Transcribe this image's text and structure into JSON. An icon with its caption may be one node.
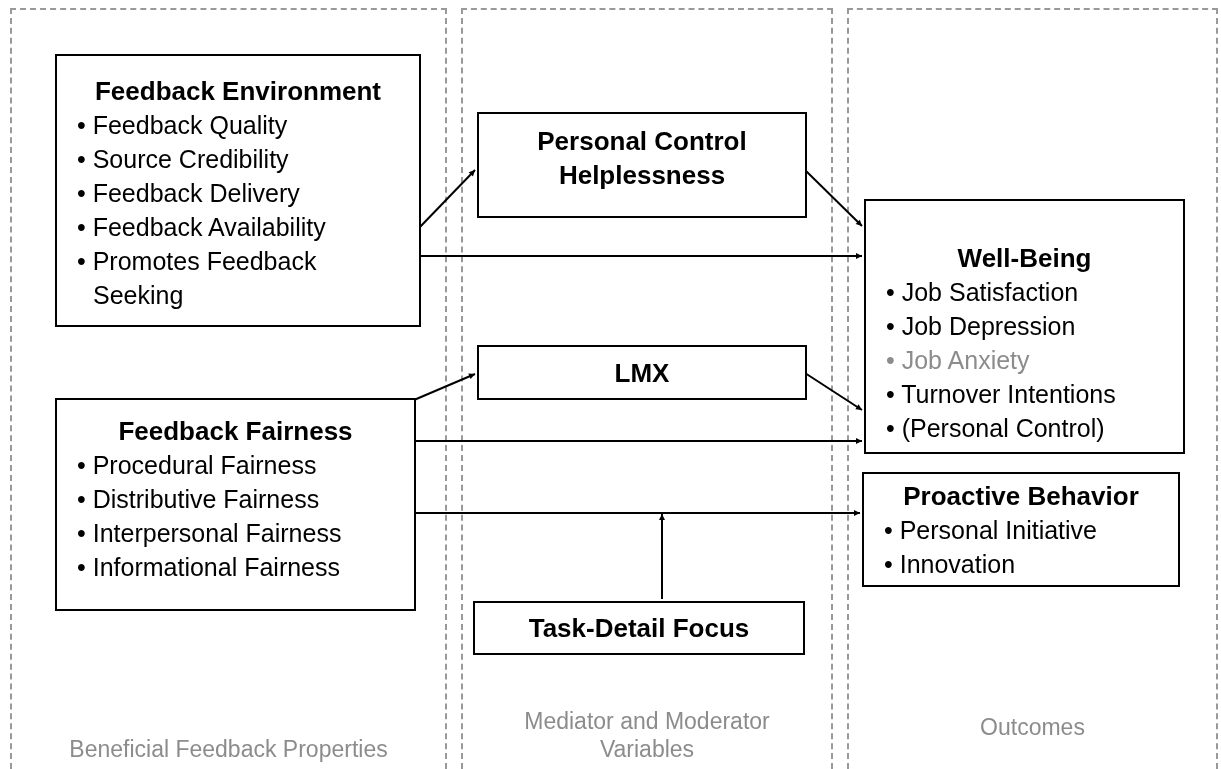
{
  "diagram": {
    "nodes": [
      {
        "text": [
          "Beneficial Feedback Properties"
        ]
      },
      {
        "text": [
          "Feedback Environment",
          "• Feedback Quality",
          "• Source Credibility",
          "• Feedback Delivery",
          "• Feedback Availability",
          "• Promotes Feedback Seeking"
        ],
        "in": 0
      },
      {
        "text": [
          "Feedback Fairness",
          "• Procedural Fairness",
          "• Distributive Fairness",
          "• Interpersonal Fairness",
          "• Informational Fairness"
        ],
        "in": 0
      },
      {
        "text": [
          "Mediator and Moderator Variables"
        ]
      },
      {
        "text": [
          "Personal Control Helplessness"
        ],
        "in": 3
      },
      {
        "text": [
          "LMX"
        ],
        "in": 3
      },
      {
        "text": [
          "Task-Detail Focus"
        ],
        "in": 3
      },
      {
        "text": [
          "Outcomes"
        ]
      },
      {
        "text": [
          "Well-Being",
          "• Job Satisfaction",
          "• Job Depression",
          "• Job Anxiety",
          "• Turnover Intentions",
          "• (Personal Control)"
        ],
        "in": 7
      },
      {
        "text": [
          "Proactive Behavior",
          "• Personal Initiative",
          "• Innovation"
        ],
        "in": 7
      }
    ],
    "edges": [
      {
        "from": 1,
        "to": 4,
        "arrow": "to"
      },
      {
        "from": 1,
        "to": 8,
        "arrow": "to"
      },
      {
        "from": 4,
        "to": 8,
        "arrow": "to"
      },
      {
        "from": 2,
        "to": 5,
        "arrow": "to"
      },
      {
        "from": 5,
        "to": 8,
        "arrow": "to"
      },
      {
        "from": 2,
        "to": 8,
        "arrow": "to"
      },
      {
        "from": 2,
        "to": 9,
        "arrow": "to"
      },
      {
        "from": 6,
        "to": null,
        "arrow": "to"
      }
    ]
  }
}
